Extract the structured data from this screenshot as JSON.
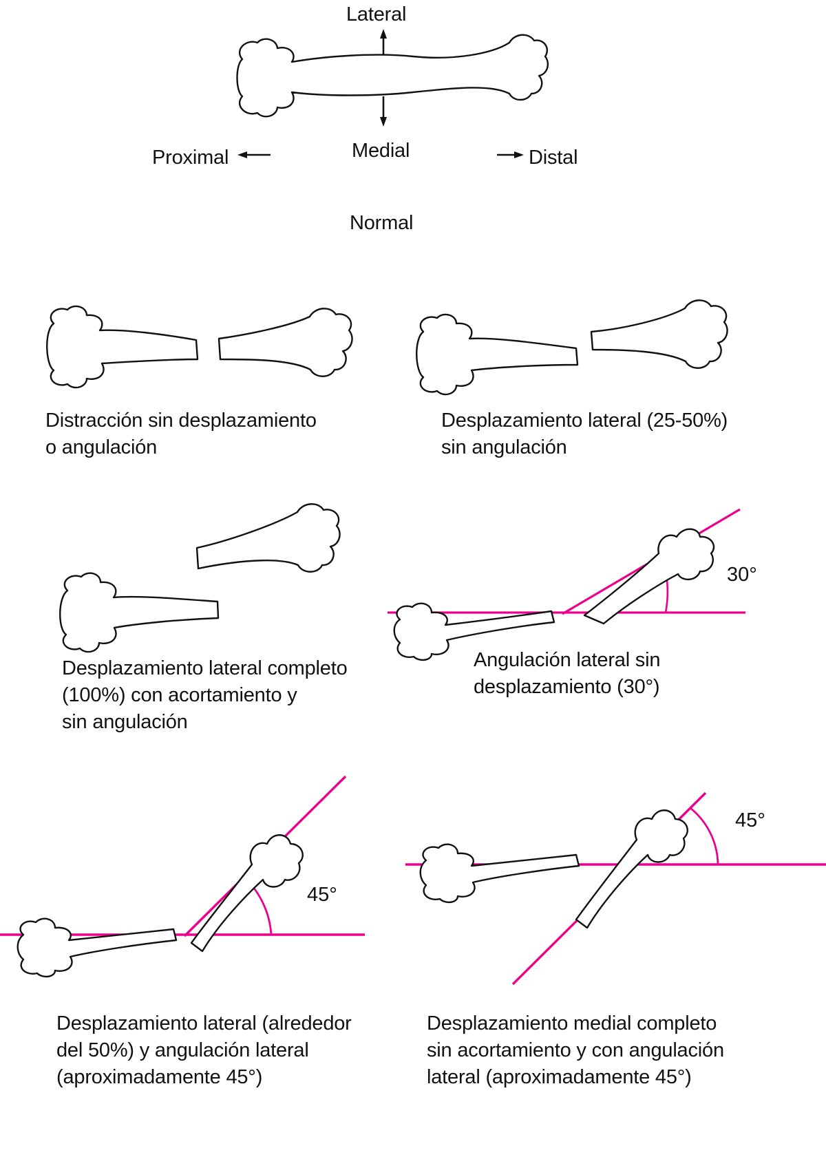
{
  "figure": {
    "title_label": "Normal",
    "orientation_labels": {
      "lateral": "Lateral",
      "medial": "Medial",
      "proximal": "Proximal",
      "distal": "Distal"
    },
    "accent_color": "#ec008c",
    "outline_color": "#111111",
    "background_color": "#ffffff"
  },
  "panels": [
    {
      "id": "normal",
      "caption": "Normal",
      "angle_label": ""
    },
    {
      "id": "distraction",
      "caption": "Distracción sin desplazamiento\no angulación",
      "angle_label": ""
    },
    {
      "id": "lateral-displacement-25-50",
      "caption": "Desplazamiento lateral (25-50%)\nsin angulación",
      "angle_label": ""
    },
    {
      "id": "complete-lateral-displacement",
      "caption": "Desplazamiento lateral completo\n(100%) con acortamiento y\nsin angulación",
      "angle_label": ""
    },
    {
      "id": "lateral-angulation-30",
      "caption": "Angulación lateral sin\ndesplazamiento (30°)",
      "angle_label": "30°"
    },
    {
      "id": "lateral-displacement-45",
      "caption": "Desplazamiento lateral (alrededor\ndel 50%) y angulación lateral\n(aproximadamente 45°)",
      "angle_label": "45°"
    },
    {
      "id": "medial-displacement-45",
      "caption": "Desplazamiento medial completo\nsin acortamiento y con angulación\nlateral (aproximadamente 45°)",
      "angle_label": "45°"
    }
  ]
}
